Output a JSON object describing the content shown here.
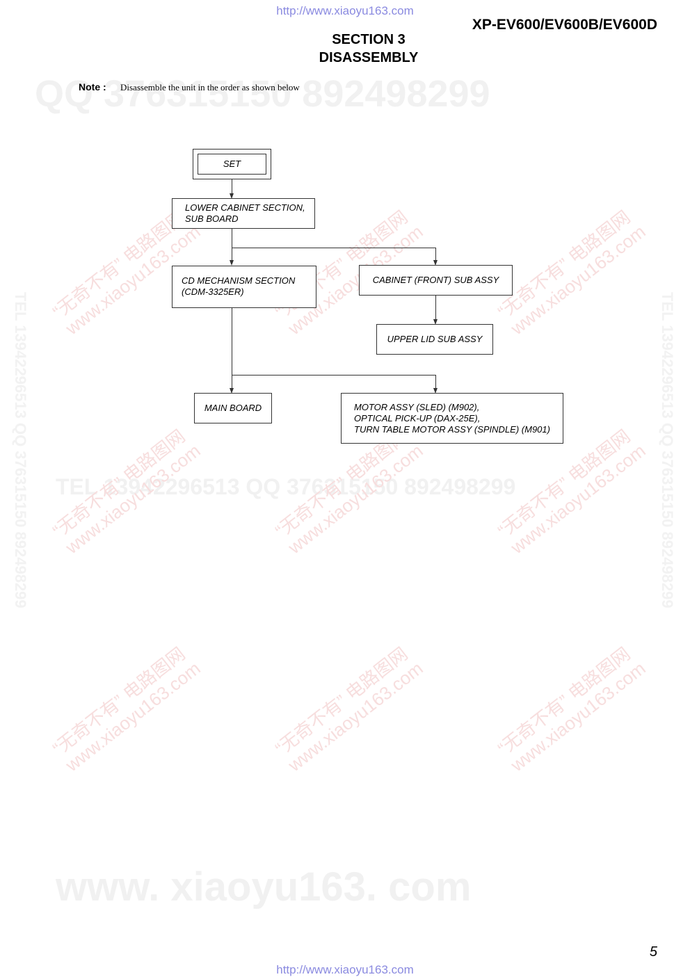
{
  "header": {
    "url_top": "http://www.xiaoyu163.com",
    "model": "XP-EV600/EV600B/EV600D",
    "section": "SECTION 3",
    "title": "DISASSEMBLY"
  },
  "note": {
    "label": "Note :",
    "text": "Disassemble the unit in the order as shown below"
  },
  "flow": {
    "set": "SET",
    "lower_cabinet": [
      "LOWER CABINET SECTION,",
      "SUB BOARD"
    ],
    "cd_mechanism": [
      "CD MECHANISM SECTION",
      "(CDM-3325ER)"
    ],
    "cabinet_front": "CABINET (FRONT) SUB ASSY",
    "upper_lid": "UPPER LID SUB ASSY",
    "main_board": "MAIN BOARD",
    "motor_assy": [
      "MOTOR ASSY (SLED) (M902),",
      "OPTICAL PICK-UP (DAX-25E),",
      "TURN TABLE MOTOR ASSY (SPINDLE) (M901)"
    ]
  },
  "watermarks": {
    "qq_line": "QQ 376315150    892498299",
    "tel_line": "TEL 13942296513      QQ 376315150  892498299",
    "side_text": "TEL 13942296513  QQ 376315150  892498299",
    "red_line1": "“无奇不有” 电路图网",
    "red_line2": "www.xiaoyu163.com",
    "bottom": "www. xiaoyu163. com"
  },
  "footer": {
    "page_number": "5",
    "url_bottom": "http://www.xiaoyu163.com"
  }
}
